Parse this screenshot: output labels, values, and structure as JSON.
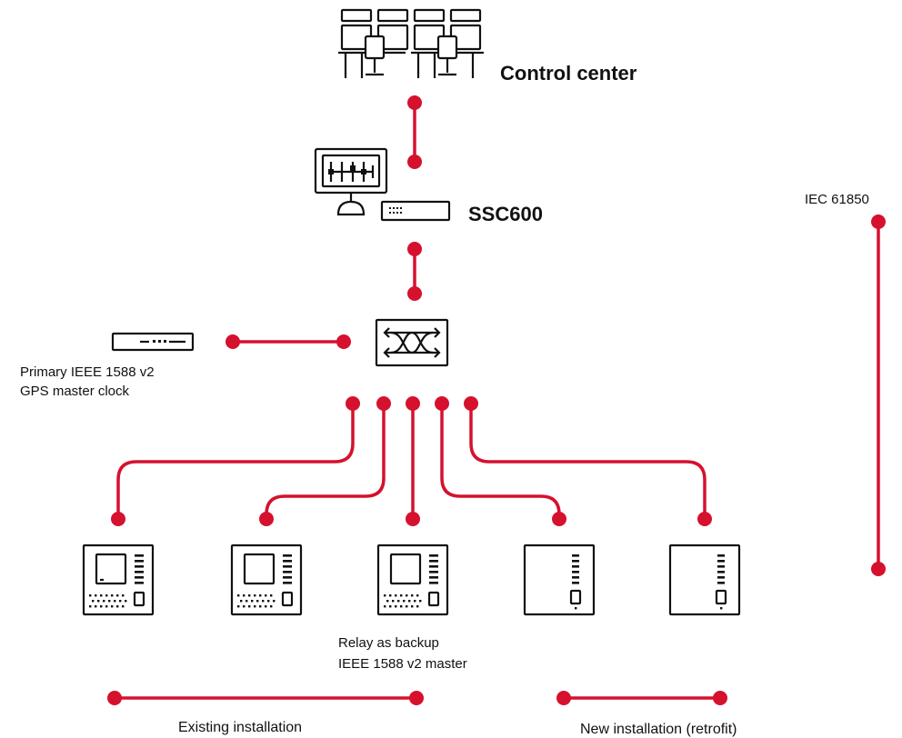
{
  "labels": {
    "control_center": "Control center",
    "ssc600": "SSC600",
    "iec": "IEC 61850",
    "clock_line1": "Primary IEEE 1588 v2",
    "clock_line2": "GPS master clock",
    "relay_line1": "Relay as backup",
    "relay_line2": "IEEE 1588 v2 master",
    "legend_existing": "Existing installation",
    "legend_new": "New installation (retrofit)"
  },
  "colors": {
    "connection": "#d5112e",
    "device_stroke": "#111111",
    "background": "#ffffff"
  },
  "icons": {
    "control_center": "control-room-workstations-icon",
    "ssc600": "hmi-monitor-icon",
    "ssc600_unit": "rack-server-icon",
    "switch": "ethernet-switch-icon",
    "gps_clock": "gps-clock-rack-icon",
    "relay_existing": "protection-relay-icon",
    "relay_retrofit": "retrofit-relay-icon"
  },
  "relays": [
    {
      "kind": "existing"
    },
    {
      "kind": "existing"
    },
    {
      "kind": "existing"
    },
    {
      "kind": "retrofit"
    },
    {
      "kind": "retrofit"
    }
  ]
}
